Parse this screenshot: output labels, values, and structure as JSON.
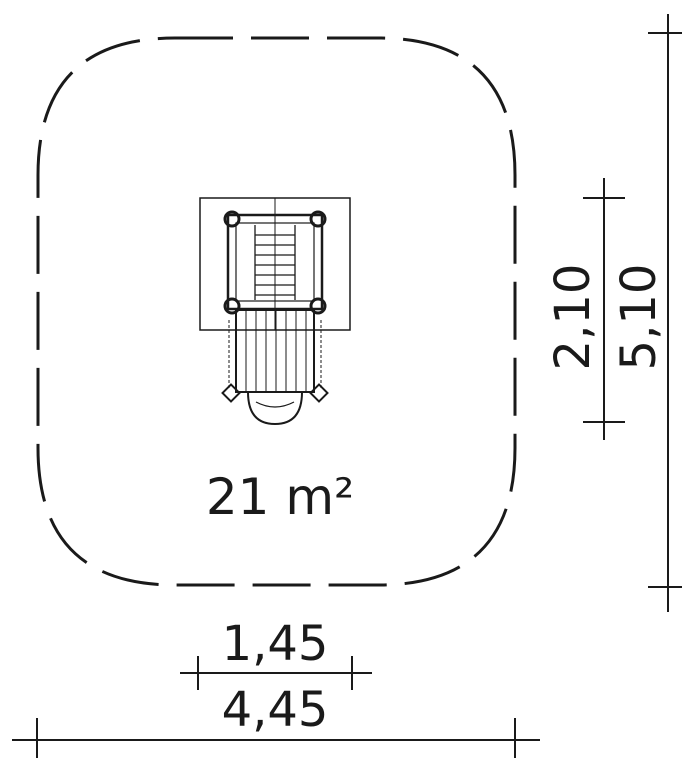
{
  "area_label": "21 m²",
  "dimensions": {
    "equipment_width": "1,45",
    "safety_width": "4,45",
    "equipment_depth": "2,10",
    "safety_depth": "5,10"
  }
}
